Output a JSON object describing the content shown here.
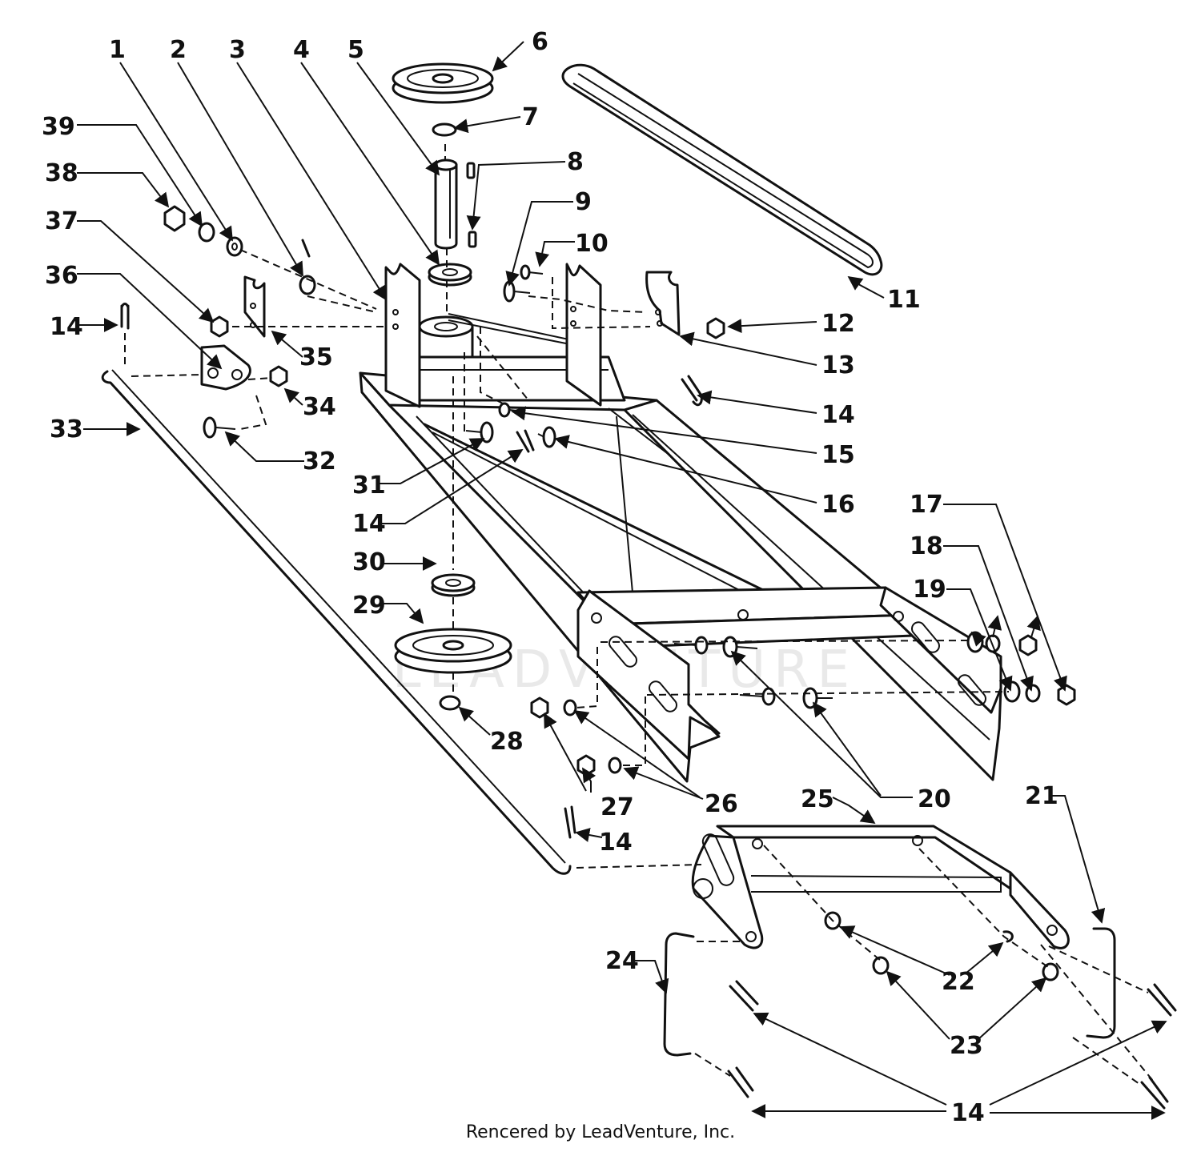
{
  "diagram": {
    "callouts": [
      "1",
      "2",
      "3",
      "4",
      "5",
      "6",
      "7",
      "8",
      "9",
      "10",
      "11",
      "12",
      "13",
      "14",
      "15",
      "16",
      "17",
      "18",
      "19",
      "20",
      "21",
      "22",
      "23",
      "24",
      "25",
      "26",
      "27",
      "28",
      "29",
      "30",
      "31",
      "32",
      "33",
      "34",
      "35",
      "36",
      "37",
      "38",
      "39",
      "14",
      "14",
      "14",
      "14",
      "14",
      "14",
      "14",
      "23",
      "14"
    ],
    "watermark": "LEADVENTURE",
    "footer": "Rencered by LeadVenture, Inc."
  }
}
